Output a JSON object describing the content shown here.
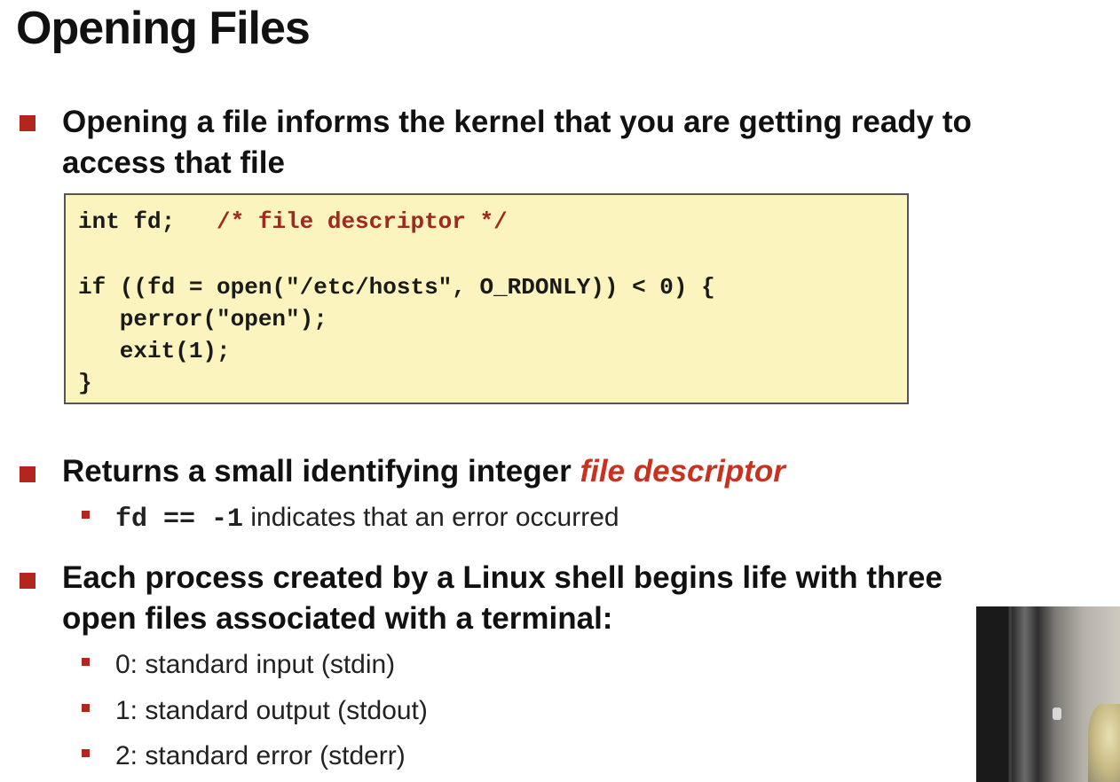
{
  "slide": {
    "title": "Opening Files",
    "bullet1": "Opening a file informs the kernel that you are getting ready to access that file",
    "bullet1_line1": "Opening a file informs the kernel that you are getting ready to",
    "bullet1_line2": "access that file",
    "code": {
      "line1_code": "int fd;   ",
      "line1_comment": "/* file descriptor */",
      "line2": "if ((fd = open(\"/etc/hosts\", O_RDONLY)) < 0) {",
      "line3": "   perror(\"open\");",
      "line4": "   exit(1);",
      "line5": "}"
    },
    "bullet2_prefix": "Returns a small identifying integer ",
    "bullet2_emph": "file descriptor",
    "bullet2_sub_code": "fd == -1",
    "bullet2_sub_text": " indicates that an error occurred",
    "bullet3_line1": "Each process created by a Linux shell begins life with three",
    "bullet3_line2": "open files associated with a terminal:",
    "bullet3_subs": [
      "0: standard input (stdin)",
      "1: standard output (stdout)",
      "2: standard error (stderr)"
    ]
  },
  "colors": {
    "bullet": "#b3261e",
    "emphasis": "#c8321e",
    "code_background": "#fbf4bf",
    "code_comment": "#a0281e"
  }
}
